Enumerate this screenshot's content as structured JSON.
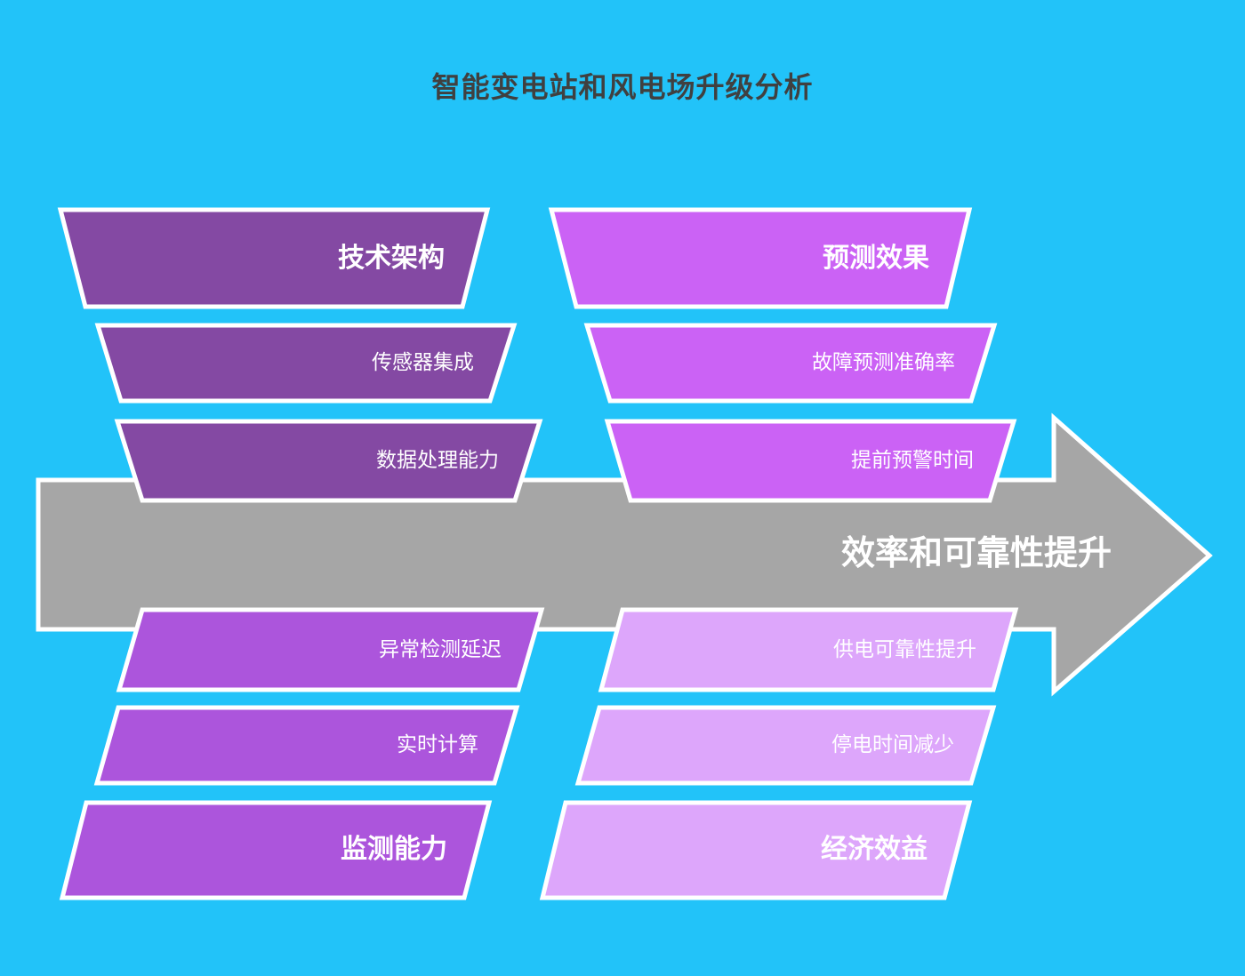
{
  "title": "智能变电站和风电场升级分析",
  "colors": {
    "background": "#22c3f9",
    "title_text": "#404040",
    "arrow_fill": "#a6a6a6",
    "outline": "#ffffff",
    "label_text": "#ffffff",
    "left_top_fill": "#8449a3",
    "left_bottom_fill": "#ac55dc",
    "right_top_fill": "#cb62f5",
    "right_bottom_fill": "#dda6fb"
  },
  "arrow": {
    "label": "效率和可靠性提升",
    "fill": "#a6a6a6"
  },
  "columns": [
    {
      "name": "left",
      "header": "技术架构",
      "footer": "监测能力",
      "top_items": [
        "传感器集成",
        "数据处理能力"
      ],
      "bottom_items": [
        "异常检测延迟",
        "实时计算"
      ],
      "top_fill": "#8449a3",
      "bottom_fill": "#ac55dc"
    },
    {
      "name": "right",
      "header": "预测效果",
      "footer": "经济效益",
      "top_items": [
        "故障预测准确率",
        "提前预警时间"
      ],
      "bottom_items": [
        "供电可靠性提升",
        "停电时间减少"
      ],
      "top_fill": "#cb62f5",
      "bottom_fill": "#dda6fb"
    }
  ],
  "bars": [
    {
      "id": "left-1",
      "label": "技术架构",
      "emphasis": "header",
      "fill": "#8449a3"
    },
    {
      "id": "left-2",
      "label": "传感器集成",
      "emphasis": "normal",
      "fill": "#8449a3"
    },
    {
      "id": "left-3",
      "label": "数据处理能力",
      "emphasis": "normal",
      "fill": "#8449a3"
    },
    {
      "id": "left-4",
      "label": "异常检测延迟",
      "emphasis": "normal",
      "fill": "#ac55dc"
    },
    {
      "id": "left-5",
      "label": "实时计算",
      "emphasis": "normal",
      "fill": "#ac55dc"
    },
    {
      "id": "left-6",
      "label": "监测能力",
      "emphasis": "header",
      "fill": "#ac55dc"
    },
    {
      "id": "right-1",
      "label": "预测效果",
      "emphasis": "header",
      "fill": "#cb62f5"
    },
    {
      "id": "right-2",
      "label": "故障预测准确率",
      "emphasis": "normal",
      "fill": "#cb62f5"
    },
    {
      "id": "right-3",
      "label": "提前预警时间",
      "emphasis": "normal",
      "fill": "#cb62f5"
    },
    {
      "id": "right-4",
      "label": "供电可靠性提升",
      "emphasis": "normal",
      "fill": "#dda6fb"
    },
    {
      "id": "right-5",
      "label": "停电时间减少",
      "emphasis": "normal",
      "fill": "#dda6fb"
    },
    {
      "id": "right-6",
      "label": "经济效益",
      "emphasis": "header",
      "fill": "#dda6fb"
    }
  ]
}
